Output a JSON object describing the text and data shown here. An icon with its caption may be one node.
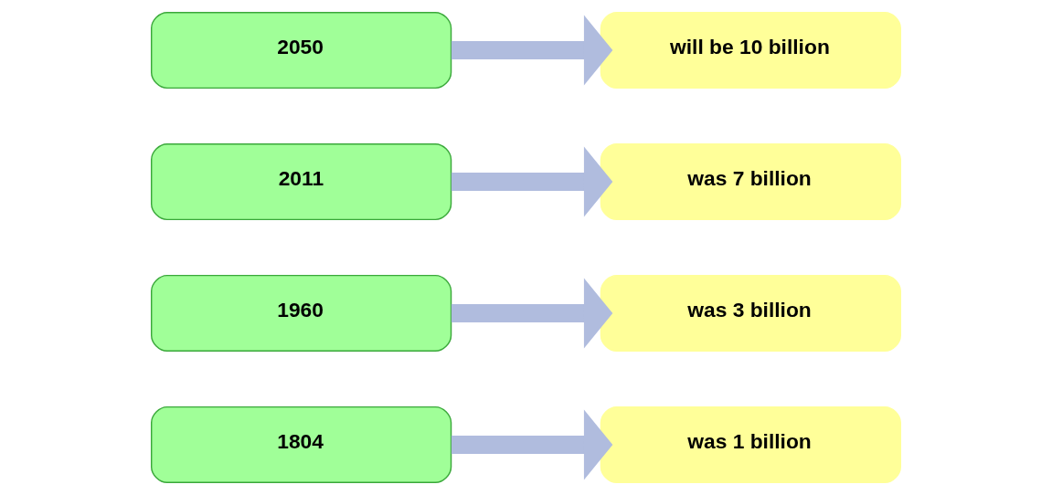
{
  "diagram": {
    "nodes": [
      {
        "text": [
          "1804"
        ]
      },
      {
        "text": [
          "was 1 billion"
        ]
      },
      {
        "text": [
          "1960"
        ]
      },
      {
        "text": [
          "was 3 billion"
        ]
      },
      {
        "text": [
          "2011"
        ]
      },
      {
        "text": [
          "was 7 billion"
        ]
      },
      {
        "text": [
          "2050"
        ]
      },
      {
        "text": [
          "will be 10 billion"
        ]
      }
    ],
    "edges": [
      {
        "from": 0,
        "to": 1,
        "arrow": "to"
      },
      {
        "from": 2,
        "to": 3,
        "arrow": "to"
      },
      {
        "from": 4,
        "to": 5,
        "arrow": "to"
      },
      {
        "from": 6,
        "to": 7,
        "arrow": "to"
      }
    ]
  }
}
